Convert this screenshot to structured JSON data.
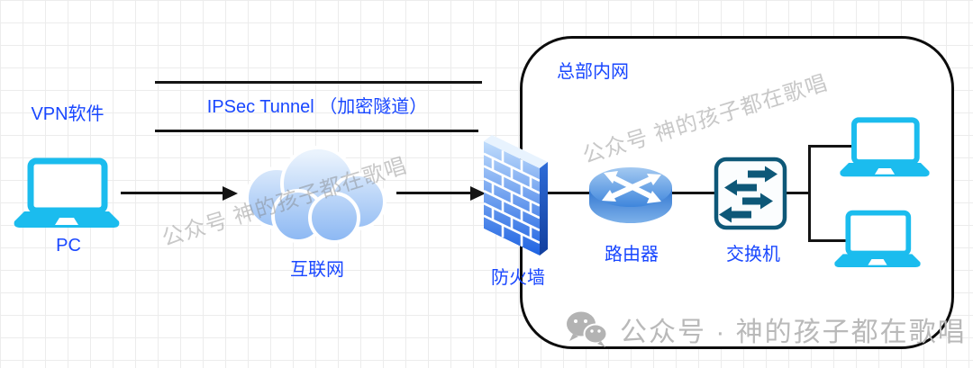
{
  "labels": {
    "vpn_software": "VPN软件",
    "tunnel": "IPSec Tunnel （加密隧道）",
    "pc": "PC",
    "internet": "互联网",
    "firewall": "防火墙",
    "hq_network": "总部内网",
    "router": "路由器",
    "switch": "交换机"
  },
  "watermarks": {
    "diagonal": "公众号 神的孩子都在歌唱",
    "bottom": "公众号 · 神的孩子都在歌唱"
  },
  "colors": {
    "label_blue": "#1947ff",
    "laptop_cyan": "#1bbcee",
    "switch_teal": "#0e5878",
    "firewall_blue_top": "#c2defc",
    "firewall_blue_bottom": "#1e63e2",
    "router_blue": "#3b80d6",
    "cloud_top": "#e8f2fd",
    "cloud_bottom": "#8cb8f3",
    "line_black": "#141414",
    "watermark_gray": "#b9b9b9"
  }
}
